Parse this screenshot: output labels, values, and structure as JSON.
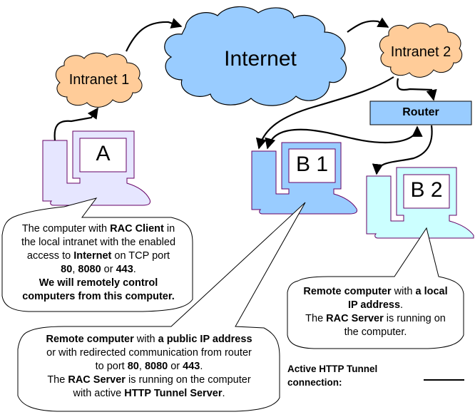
{
  "colors": {
    "internet_cloud": "#99ccff",
    "intranet_cloud": "#ffcc99",
    "router_box": "#99ccff",
    "pc_a": "#e6e6ff",
    "pc_b1": "#99ccff",
    "pc_b2": "#ccffff",
    "pc_outline": "#660066",
    "screen": "#ffffff",
    "arrow": "#000000"
  },
  "nodes": {
    "internet": {
      "label": "Internet",
      "icon": "cloud-icon"
    },
    "intranet1": {
      "label": "Intranet 1",
      "icon": "cloud-icon"
    },
    "intranet2": {
      "label": "Intranet 2",
      "icon": "cloud-icon"
    },
    "router": {
      "label": "Router"
    },
    "pc_a": {
      "label": "A",
      "icon": "computer-icon"
    },
    "pc_b1": {
      "label": "B 1",
      "icon": "computer-icon"
    },
    "pc_b2": {
      "label": "B 2",
      "icon": "computer-icon"
    }
  },
  "edges": [
    {
      "from": "A",
      "to": "Intranet 1"
    },
    {
      "from": "Intranet 1",
      "to": "Internet"
    },
    {
      "from": "Internet",
      "to": "Intranet 2"
    },
    {
      "from": "Intranet 2",
      "to": "Router"
    },
    {
      "from": "Intranet 2",
      "to": "B 1"
    },
    {
      "from": "Router",
      "to": "B 1"
    },
    {
      "from": "Router",
      "to": "B 2"
    }
  ],
  "callouts": {
    "a": {
      "lines": [
        [
          {
            "t": "The computer with ",
            "b": false
          },
          {
            "t": "RAC Client",
            "b": true
          },
          {
            "t": " in",
            "b": false
          }
        ],
        [
          {
            "t": "the local intranet with the enabled",
            "b": false
          }
        ],
        [
          {
            "t": "access to ",
            "b": false
          },
          {
            "t": "Internet",
            "b": true
          },
          {
            "t": " on TCP port",
            "b": false
          }
        ],
        [
          {
            "t": "80",
            "b": true
          },
          {
            "t": ", ",
            "b": false
          },
          {
            "t": "8080",
            "b": true
          },
          {
            "t": " or ",
            "b": false
          },
          {
            "t": "443",
            "b": true
          },
          {
            "t": ".",
            "b": false
          }
        ],
        [
          {
            "t": "We will remotely control",
            "b": true
          }
        ],
        [
          {
            "t": "computers from this computer.",
            "b": true
          }
        ]
      ]
    },
    "b1": {
      "lines": [
        [
          {
            "t": "Remote computer",
            "b": true
          },
          {
            "t": " with ",
            "b": false
          },
          {
            "t": "a public IP address",
            "b": true
          }
        ],
        [
          {
            "t": "or with redirected communication from router",
            "b": false
          }
        ],
        [
          {
            "t": "to port ",
            "b": false
          },
          {
            "t": "80",
            "b": true
          },
          {
            "t": ", ",
            "b": false
          },
          {
            "t": "8080",
            "b": true
          },
          {
            "t": " or ",
            "b": false
          },
          {
            "t": "443",
            "b": true
          },
          {
            "t": ".",
            "b": false
          }
        ],
        [
          {
            "t": "The ",
            "b": false
          },
          {
            "t": "RAC Server",
            "b": true
          },
          {
            "t": " is running on the computer",
            "b": false
          }
        ],
        [
          {
            "t": "with active ",
            "b": false
          },
          {
            "t": "HTTP Tunnel Server",
            "b": true
          },
          {
            "t": ".",
            "b": false
          }
        ]
      ]
    },
    "b2": {
      "lines": [
        [
          {
            "t": "Remote computer",
            "b": true
          },
          {
            "t": " with ",
            "b": false
          },
          {
            "t": "a local",
            "b": true
          }
        ],
        [
          {
            "t": "IP address",
            "b": true
          },
          {
            "t": ".",
            "b": false
          }
        ],
        [
          {
            "t": "The ",
            "b": false
          },
          {
            "t": "RAC Server",
            "b": true
          },
          {
            "t": " is running on",
            "b": false
          }
        ],
        [
          {
            "t": "the computer.",
            "b": false
          }
        ]
      ]
    }
  },
  "legend": {
    "line1": "Active HTTP Tunnel",
    "line2": "connection:"
  }
}
